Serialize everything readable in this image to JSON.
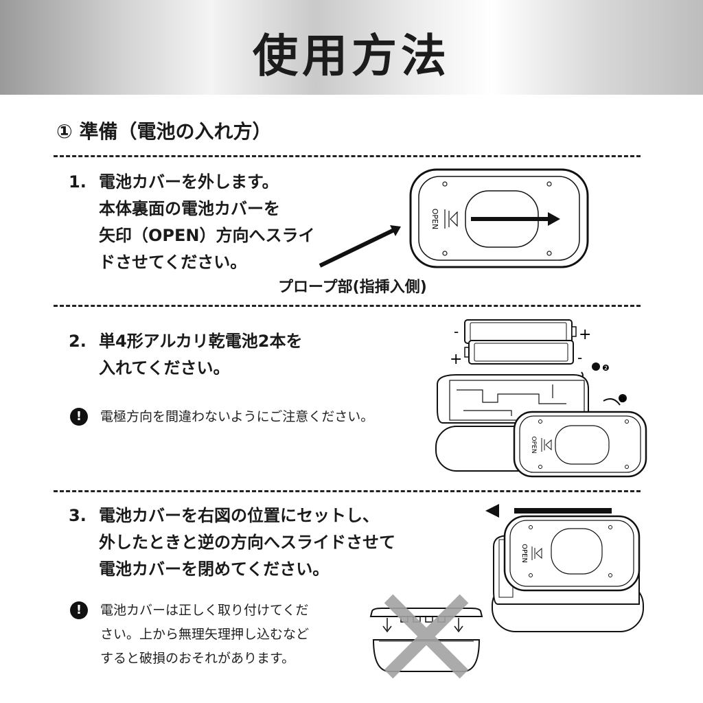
{
  "header": {
    "title": "使用方法"
  },
  "section": {
    "title": "① 準備（電池の入れ方）"
  },
  "step1": {
    "number": "1.",
    "lines": [
      "電池カバーを外します。",
      "本体裏面の電池カバーを",
      "矢印（OPEN）方向へスライ",
      "ドさせてください。"
    ],
    "caption": "プロープ部(指挿入側)",
    "cover_label": "OPEN"
  },
  "step2": {
    "number": "2.",
    "lines": [
      "単4形アルカリ乾電池2本を",
      "入れてください。"
    ],
    "note_mark": "!",
    "note": "電極方向を間違わないようにご注意ください。",
    "polarity": {
      "minus": "-",
      "plus": "+"
    },
    "badges": [
      "❶",
      "❷"
    ],
    "cover_label": "OPEN"
  },
  "step3": {
    "number": "3.",
    "lines": [
      "電池カバーを右図の位置にセットし、",
      "外したときと逆の方向へスライドさせて",
      "電池カバーを閉めてください。"
    ],
    "note_mark": "!",
    "note_lines": [
      "電池カバーは正しく取り付けてくだ",
      "さい。上から無理矢理押し込むなど",
      "すると破損のおそれがあります。"
    ],
    "cover_label": "OPEN"
  }
}
